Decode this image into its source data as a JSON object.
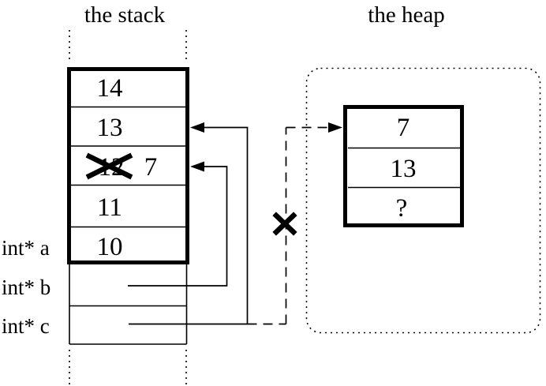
{
  "canvas": {
    "background": "#ffffff",
    "line_color": "#000000"
  },
  "stack": {
    "title": "the stack",
    "cells": [
      {
        "value": "14"
      },
      {
        "value": "13"
      },
      {
        "value": "12",
        "crossed_out": true,
        "replacement": "7"
      },
      {
        "value": "11"
      },
      {
        "value": "10"
      }
    ],
    "pointer_labels": [
      {
        "label": "int* a"
      },
      {
        "label": "int* b"
      },
      {
        "label": "int* c"
      }
    ]
  },
  "heap": {
    "title": "the heap",
    "cells": [
      {
        "value": "7"
      },
      {
        "value": "13"
      },
      {
        "value": "?"
      }
    ]
  }
}
